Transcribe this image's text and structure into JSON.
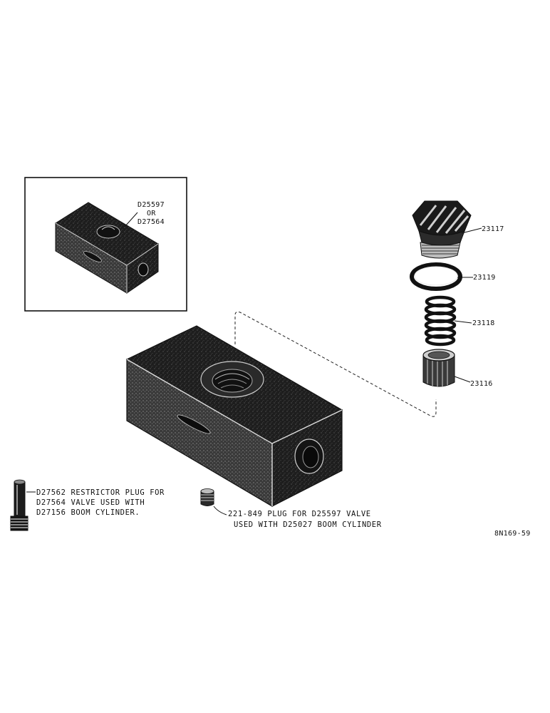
{
  "inset": {
    "part_number_1": "D25597",
    "or_text": "OR",
    "part_number_2": "D27564"
  },
  "callouts": {
    "plug_23117": "23117",
    "ring_23119": "23119",
    "spring_23118": "23118",
    "sleeve_23116": "23116"
  },
  "restrictor_note": {
    "line1": "D27562 RESTRICTOR PLUG FOR",
    "line2": "D27564 VALVE USED WITH",
    "line3": "D27156 BOOM CYLINDER."
  },
  "plug_note": {
    "line1": "221-849 PLUG FOR D25597 VALVE",
    "line2": "USED WITH D25027 BOOM CYLINDER"
  },
  "figure_code": "8N169-59"
}
